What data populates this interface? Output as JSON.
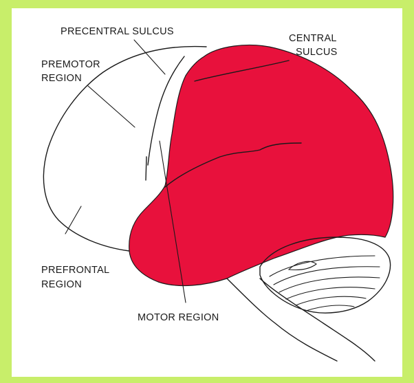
{
  "colors": {
    "border": "#c8ee6a",
    "background": "#ffffff",
    "highlight": "#e8113c",
    "ink": "#1a1a1a"
  },
  "labels": {
    "precentral_sulcus": "PRECENTRAL  SULCUS",
    "central_sulcus_line1": "CENTRAL",
    "central_sulcus_line2": "SULCUS",
    "premotor_line1": "PREMOTOR",
    "premotor_line2": "REGION",
    "prefrontal_line1": "PREFRONTAL",
    "prefrontal_line2": "REGION",
    "motor_region": "MOTOR REGION"
  }
}
